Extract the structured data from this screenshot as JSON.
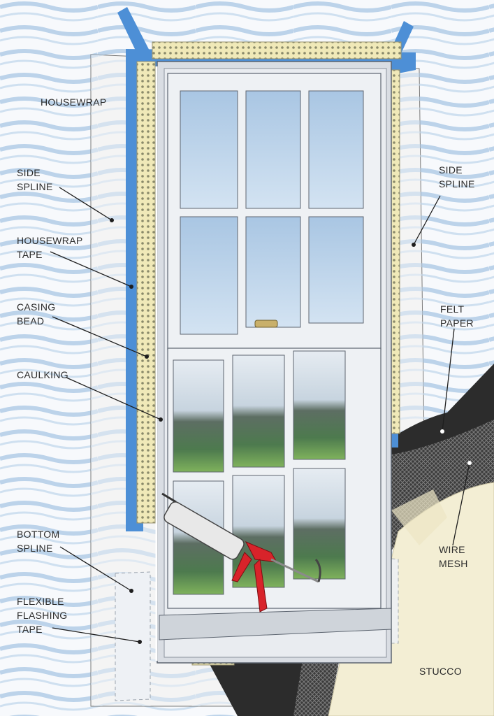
{
  "labels": {
    "housewrap": "HOUSEWRAP",
    "side_spline_left_1": "SIDE",
    "side_spline_left_2": "SPLINE",
    "housewrap_tape_1": "HOUSEWRAP",
    "housewrap_tape_2": "TAPE",
    "casing_bead_1": "CASING",
    "casing_bead_2": "BEAD",
    "caulking": "CAULKING",
    "bottom_spline_1": "BOTTOM",
    "bottom_spline_2": "SPLINE",
    "flexible_flashing_tape_1": "FLEXIBLE",
    "flexible_flashing_tape_2": "FLASHING",
    "flexible_flashing_tape_3": "TAPE",
    "side_spline_right_1": "SIDE",
    "side_spline_right_2": "SPLINE",
    "felt_paper_1": "FELT",
    "felt_paper_2": "PAPER",
    "wire_mesh_1": "WIRE",
    "wire_mesh_2": "MESH",
    "stucco": "STUCCO"
  },
  "colors": {
    "housewrap_waves": "#bcd3ea",
    "housewrap_tape": "#4d8fd6",
    "casing_bead": "#f0e9b8",
    "felt_paper": "#2c2c2c",
    "stucco": "#f3eed4",
    "window_frame": "#e6e9ee",
    "glass_sky": "#b7cfe6",
    "glass_trees": "#5a7a5a",
    "caulk_gun": "#d8232a"
  }
}
